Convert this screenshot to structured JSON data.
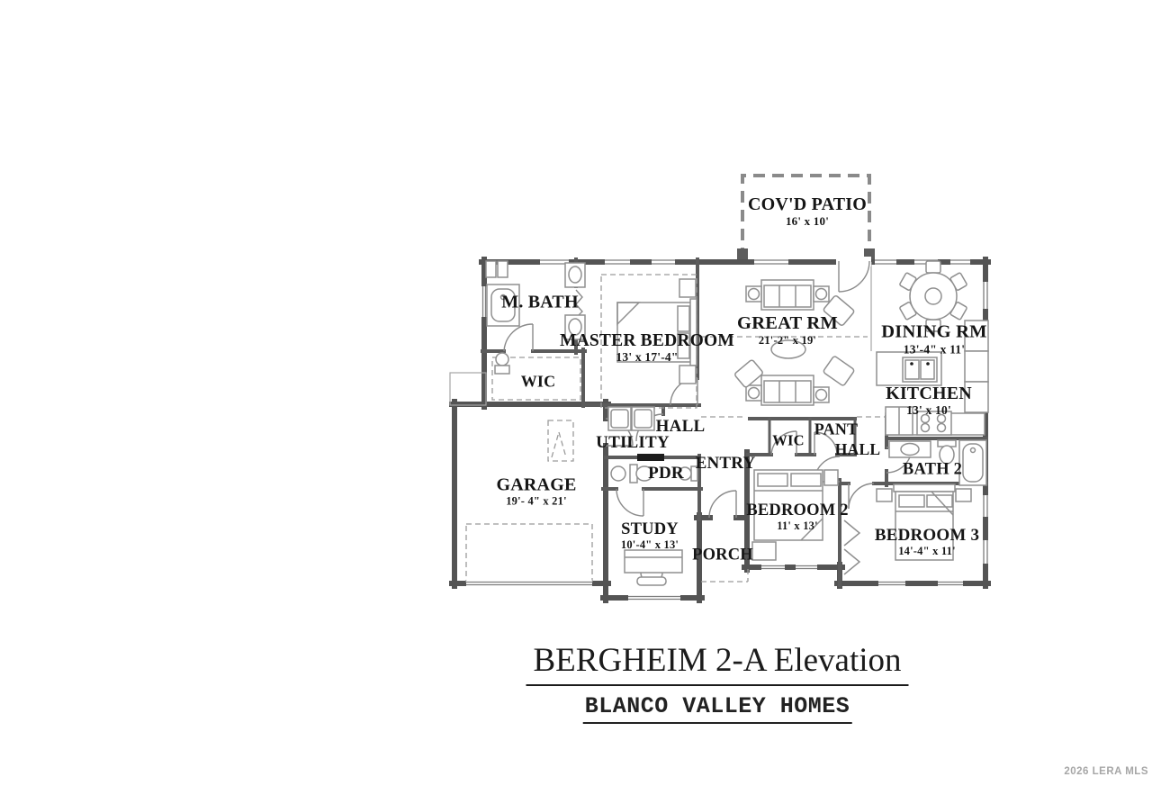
{
  "document": {
    "title": "BERGHEIM 2-A Elevation",
    "builder": "BLANCO VALLEY HOMES",
    "watermark": "2026 LERA MLS"
  },
  "rooms": {
    "covd_patio": {
      "label": "COV'D PATIO",
      "dims": "16' x 10'"
    },
    "m_bath": {
      "label": "M. BATH"
    },
    "master_bedroom": {
      "label": "MASTER BEDROOM",
      "dims": "13' x 17'-4\""
    },
    "wic_master": {
      "label": "WIC"
    },
    "great_rm": {
      "label": "GREAT RM",
      "dims": "21'-2\" x 19'"
    },
    "dining_rm": {
      "label": "DINING RM",
      "dims": "13'-4\" x 11'"
    },
    "kitchen": {
      "label": "KITCHEN",
      "dims": "13' x 10'"
    },
    "hall_1": {
      "label": "HALL"
    },
    "utility": {
      "label": "UTILITY"
    },
    "pdr": {
      "label": "PDR"
    },
    "entry": {
      "label": "ENTRY"
    },
    "wic_2": {
      "label": "WIC"
    },
    "pant": {
      "label": "PANT"
    },
    "hall_2": {
      "label": "HALL"
    },
    "bath_2": {
      "label": "BATH 2"
    },
    "garage": {
      "label": "GARAGE",
      "dims": "19'- 4\" x 21'"
    },
    "study": {
      "label": "STUDY",
      "dims": "10'-4\" x 13'"
    },
    "porch": {
      "label": "PORCH"
    },
    "bedroom_2": {
      "label": "BEDROOM 2",
      "dims": "11' x 13'"
    },
    "bedroom_3": {
      "label": "BEDROOM 3",
      "dims": "14'-4\" x 11'"
    }
  }
}
